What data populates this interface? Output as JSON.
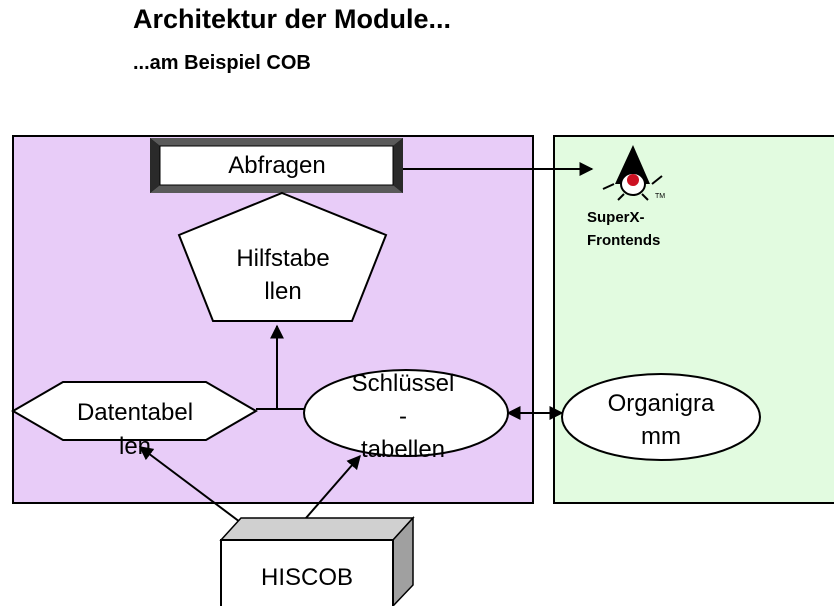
{
  "title": "Architektur der Module...",
  "subtitle": "...am Beispiel COB",
  "nodes": {
    "abfragen": "Abfragen",
    "hilfstabellen": [
      "Hilfstabe",
      "llen"
    ],
    "datentabellen": [
      "Datentabel",
      "len"
    ],
    "schluessel": [
      "Schlüssel",
      "-",
      "tabellen"
    ],
    "organigramm": [
      "Organigra",
      "mm"
    ],
    "hiscob": "HISCOB",
    "frontend": [
      "SuperX-",
      "Frontends"
    ]
  },
  "colors": {
    "left_panel": "#e8ccf8",
    "right_panel": "#e2fbe0",
    "outline": "#000000"
  },
  "icons": {
    "frontend_logo": "java-duke-icon"
  }
}
